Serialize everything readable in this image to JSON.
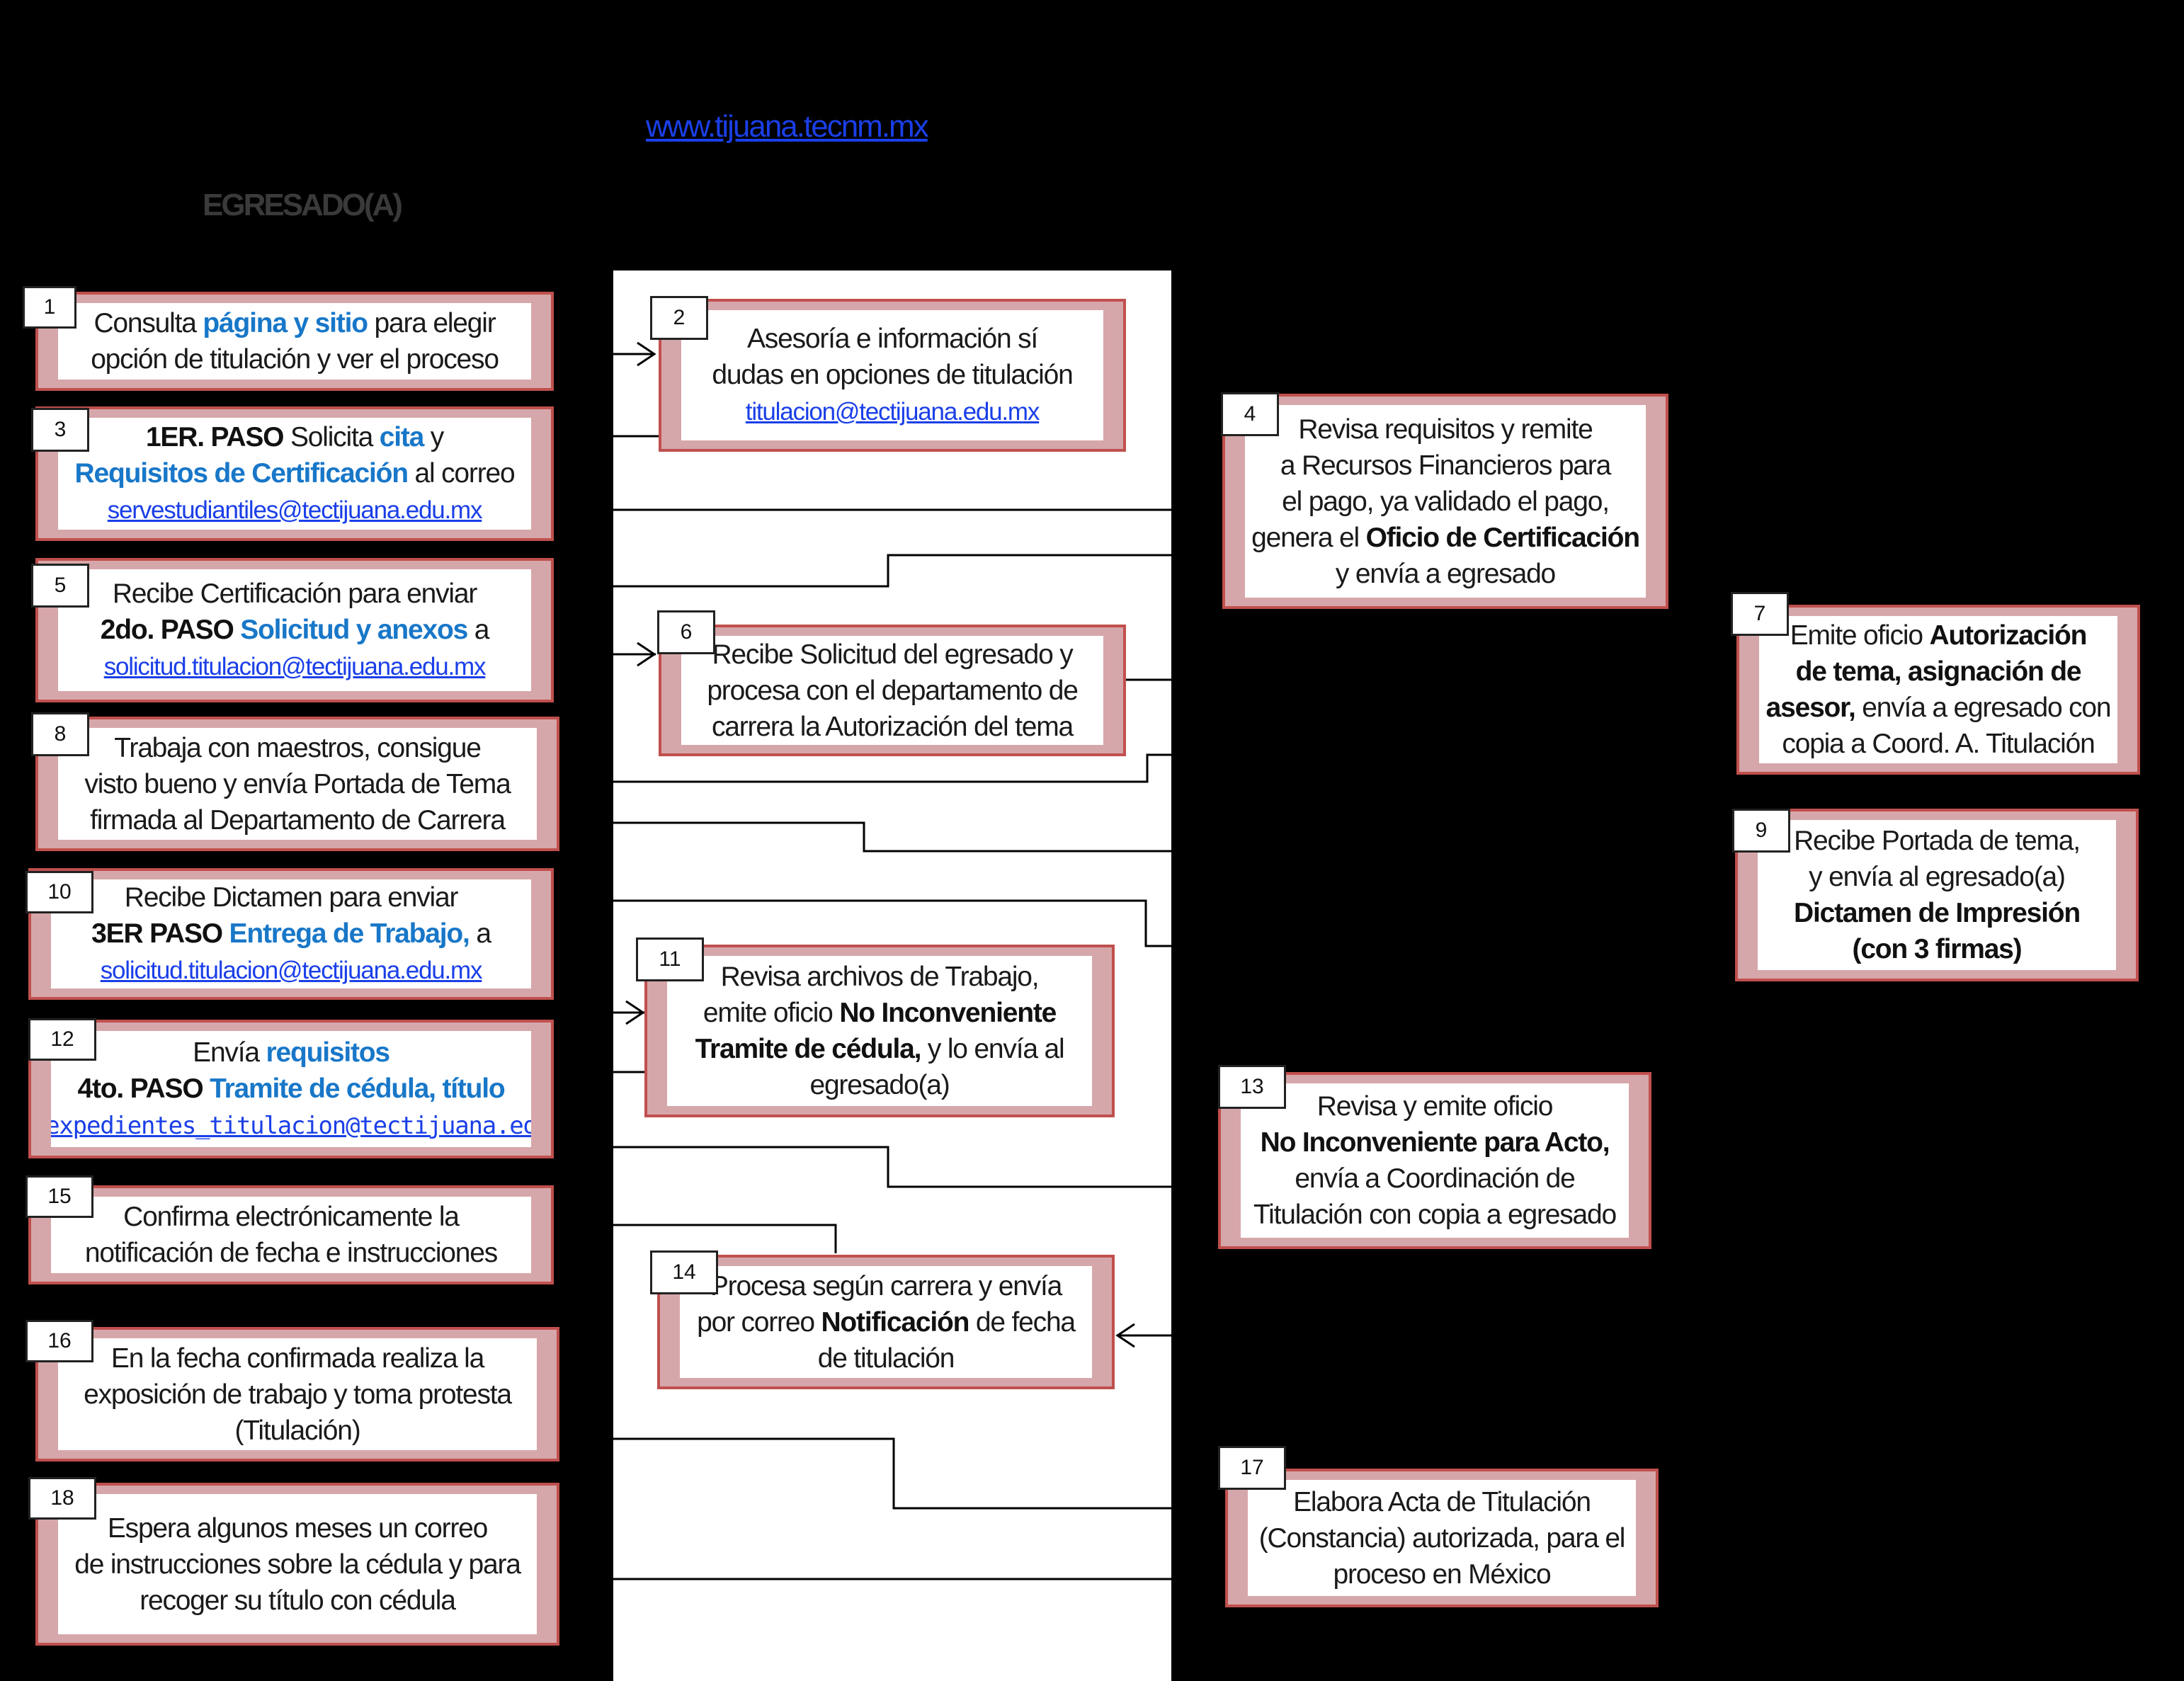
{
  "header": {
    "website": "www.tijuana.tecnm.mx",
    "lane_title": "EGRESADO(A)"
  },
  "steps": [
    {
      "n": "1",
      "lines": [
        [
          {
            "t": "Consulta "
          },
          {
            "t": "página y sitio",
            "s": "blue"
          },
          {
            "t": " para elegir"
          }
        ],
        [
          {
            "t": "opción de titulación y ver el proceso"
          }
        ]
      ]
    },
    {
      "n": "2",
      "lines": [
        [
          {
            "t": "Asesoría e información sí"
          }
        ],
        [
          {
            "t": "dudas en opciones de titulación"
          }
        ],
        [
          {
            "t": "titulacion@tectijuana.edu.mx",
            "s": "mail"
          }
        ]
      ]
    },
    {
      "n": "3",
      "lines": [
        [
          {
            "t": "1ER. PASO",
            "s": "b"
          },
          {
            "t": " Solicita "
          },
          {
            "t": "cita",
            "s": "blue"
          },
          {
            "t": " y"
          }
        ],
        [
          {
            "t": "Requisitos de Certificación",
            "s": "blue"
          },
          {
            "t": " al correo"
          }
        ],
        [
          {
            "t": "servestudiantiles@tectijuana.edu.mx",
            "s": "mail"
          }
        ]
      ]
    },
    {
      "n": "4",
      "lines": [
        [
          {
            "t": "Revisa requisitos y remite"
          }
        ],
        [
          {
            "t": "a Recursos Financieros para"
          }
        ],
        [
          {
            "t": "el pago, ya validado el pago,"
          }
        ],
        [
          {
            "t": "genera el "
          },
          {
            "t": "Oficio de Certificación",
            "s": "b"
          }
        ],
        [
          {
            "t": "y envía a egresado"
          }
        ]
      ]
    },
    {
      "n": "5",
      "lines": [
        [
          {
            "t": "Recibe Certificación para enviar"
          }
        ],
        [
          {
            "t": "2do. PASO",
            "s": "b"
          },
          {
            "t": " "
          },
          {
            "t": "Solicitud y anexos",
            "s": "blue"
          },
          {
            "t": " a"
          }
        ],
        [
          {
            "t": "solicitud.titulacion@tectijuana.edu.mx",
            "s": "mail"
          }
        ]
      ]
    },
    {
      "n": "6",
      "lines": [
        [
          {
            "t": "Recibe Solicitud del egresado y"
          }
        ],
        [
          {
            "t": "procesa con el departamento de"
          }
        ],
        [
          {
            "t": "carrera la Autorización del tema"
          }
        ]
      ]
    },
    {
      "n": "7",
      "lines": [
        [
          {
            "t": "Emite oficio "
          },
          {
            "t": "Autorización",
            "s": "b"
          }
        ],
        [
          {
            "t": "de tema, asignación de",
            "s": "b"
          }
        ],
        [
          {
            "t": "asesor,",
            "s": "b"
          },
          {
            "t": " envía a egresado con"
          }
        ],
        [
          {
            "t": "copia a Coord. A. Titulación"
          }
        ]
      ]
    },
    {
      "n": "8",
      "lines": [
        [
          {
            "t": "Trabaja con maestros, consigue"
          }
        ],
        [
          {
            "t": "visto bueno y envía Portada de Tema"
          }
        ],
        [
          {
            "t": "firmada al Departamento de Carrera"
          }
        ]
      ]
    },
    {
      "n": "9",
      "lines": [
        [
          {
            "t": "Recibe Portada de tema,"
          }
        ],
        [
          {
            "t": "y envía al egresado(a)"
          }
        ],
        [
          {
            "t": "Dictamen de Impresión",
            "s": "b"
          }
        ],
        [
          {
            "t": "(con 3 firmas)",
            "s": "b"
          }
        ]
      ]
    },
    {
      "n": "10",
      "lines": [
        [
          {
            "t": "Recibe Dictamen para  enviar"
          }
        ],
        [
          {
            "t": "3ER PASO",
            "s": "b"
          },
          {
            "t": " "
          },
          {
            "t": "Entrega de Trabajo,",
            "s": "blue"
          },
          {
            "t": " a"
          }
        ],
        [
          {
            "t": "solicitud.titulacion@tectijuana.edu.mx",
            "s": "mail"
          }
        ]
      ]
    },
    {
      "n": "11",
      "lines": [
        [
          {
            "t": "Revisa archivos de Trabajo,"
          }
        ],
        [
          {
            "t": "emite oficio "
          },
          {
            "t": "No Inconveniente",
            "s": "b"
          }
        ],
        [
          {
            "t": "Tramite de cédula,",
            "s": "b"
          },
          {
            "t": " y lo envía al"
          }
        ],
        [
          {
            "t": "egresado(a)"
          }
        ]
      ]
    },
    {
      "n": "12",
      "lines": [
        [
          {
            "t": "Envía "
          },
          {
            "t": "requisitos",
            "s": "blue"
          }
        ],
        [
          {
            "t": "4to. PASO",
            "s": "b"
          },
          {
            "t": " "
          },
          {
            "t": "Tramite de cédula, título",
            "s": "blue"
          }
        ],
        [
          {
            "t": "expedientes_titulacion@tectijuana.ed",
            "s": "mono"
          }
        ]
      ]
    },
    {
      "n": "13",
      "lines": [
        [
          {
            "t": "Revisa y emite oficio"
          }
        ],
        [
          {
            "t": "No Inconveniente para Acto,",
            "s": "b"
          }
        ],
        [
          {
            "t": "envía a Coordinación de"
          }
        ],
        [
          {
            "t": "Titulación con copia a egresado"
          }
        ]
      ]
    },
    {
      "n": "14",
      "lines": [
        [
          {
            "t": "Procesa según carrera y envía"
          }
        ],
        [
          {
            "t": "por correo "
          },
          {
            "t": "Notificación",
            "s": "b"
          },
          {
            "t": " de fecha"
          }
        ],
        [
          {
            "t": "de titulación"
          }
        ]
      ]
    },
    {
      "n": "15",
      "lines": [
        [
          {
            "t": "Confirma electrónicamente la"
          }
        ],
        [
          {
            "t": "notificación de fecha e instrucciones"
          }
        ]
      ]
    },
    {
      "n": "16",
      "lines": [
        [
          {
            "t": "En la fecha confirmada realiza la"
          }
        ],
        [
          {
            "t": "exposición de trabajo y toma protesta"
          }
        ],
        [
          {
            "t": "(Titulación)"
          }
        ]
      ]
    },
    {
      "n": "17",
      "lines": [
        [
          {
            "t": "Elabora Acta de Titulación"
          }
        ],
        [
          {
            "t": "(Constancia) autorizada, para el"
          }
        ],
        [
          {
            "t": "proceso en México"
          }
        ]
      ]
    },
    {
      "n": "18",
      "lines": [
        [
          {
            "t": "Espera algunos meses un correo"
          }
        ],
        [
          {
            "t": "de instrucciones sobre la cédula y para"
          }
        ],
        [
          {
            "t": "recoger su título con cédula"
          }
        ]
      ]
    }
  ]
}
